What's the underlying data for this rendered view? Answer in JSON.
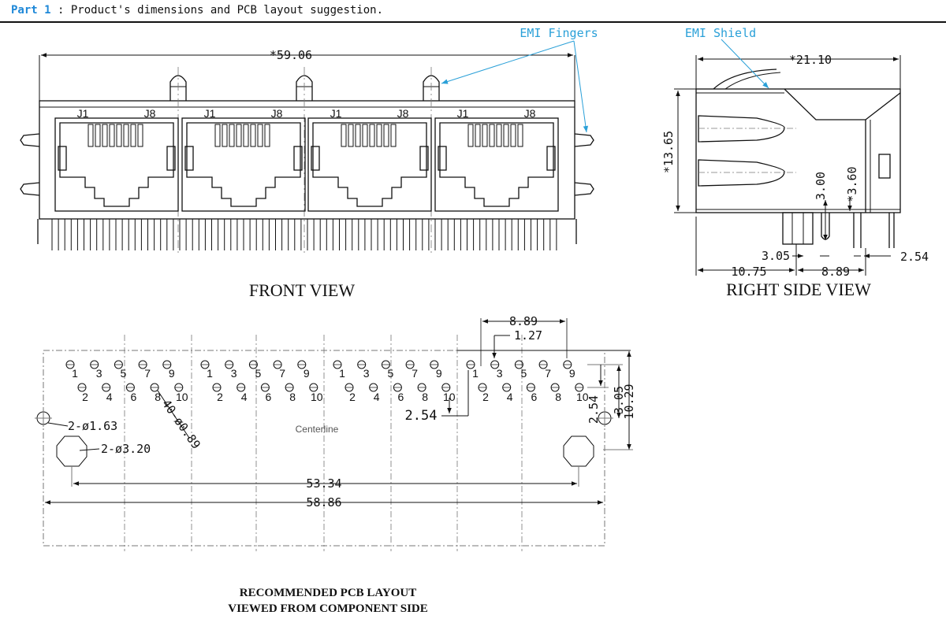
{
  "header": {
    "part": "Part 1",
    "rest": " : Product's dimensions and PCB layout suggestion."
  },
  "colors": {
    "callout": "#2aa0d8",
    "line": "#111111",
    "grid": "#777777"
  },
  "callouts": {
    "emi_fingers": "EMI Fingers",
    "emi_shield": "EMI Shield"
  },
  "front": {
    "title": "FRONT VIEW",
    "width_dim": "*59.06",
    "port_labels": [
      {
        "j1": "J1",
        "j8": "J8"
      },
      {
        "j1": "J1",
        "j8": "J8"
      },
      {
        "j1": "J1",
        "j8": "J8"
      },
      {
        "j1": "J1",
        "j8": "J8"
      }
    ]
  },
  "side": {
    "title": "RIGHT SIDE VIEW",
    "dims": {
      "depth": "*21.10",
      "height": "*13.65",
      "d300": "3.00",
      "d360": "*3.60",
      "d305": "3.05",
      "d254": "2.54",
      "d1075": "10.75",
      "d889": "8.89"
    }
  },
  "pcb": {
    "caption1": "RECOMMENDED PCB LAYOUT",
    "caption2": "VIEWED FROM COMPONENT SIDE",
    "top_pins": [
      "1",
      "3",
      "5",
      "7",
      "9"
    ],
    "bottom_pins": [
      "2",
      "4",
      "6",
      "8",
      "10"
    ],
    "centerline": "Centerline",
    "dims": {
      "d889": "8.89",
      "d127": "1.27",
      "d254": "2.54",
      "d254v": "2.54",
      "d305": "3.05",
      "d1029": "10.29",
      "hole_small": "2-ø1.63",
      "hole_large": "2-ø3.20",
      "pins": "40-ø0.89",
      "d5334": "53.34",
      "d5886": "58.86"
    }
  }
}
